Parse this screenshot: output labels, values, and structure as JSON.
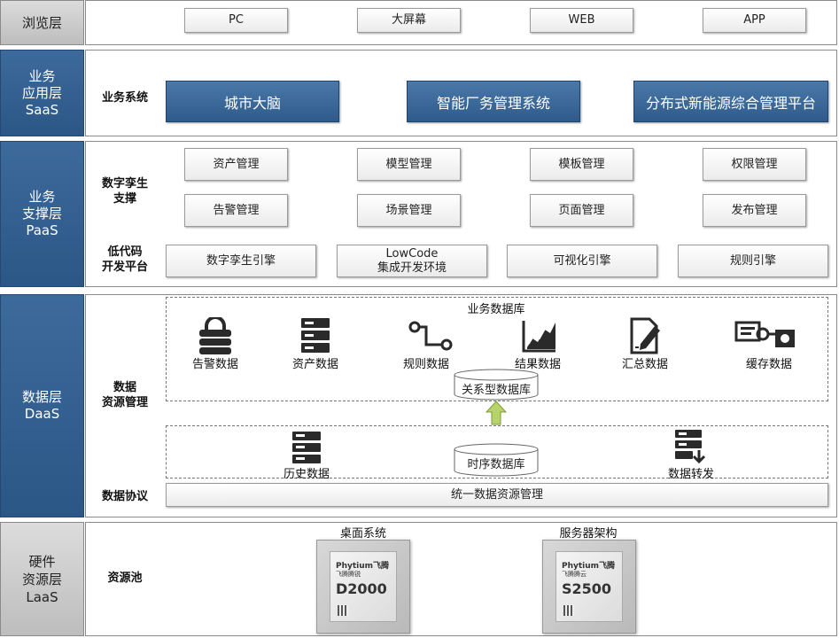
{
  "layers": {
    "browse": {
      "label": "浏览层",
      "items": [
        "PC",
        "大屏幕",
        "WEB",
        "APP"
      ]
    },
    "saas": {
      "label_line1": "业务",
      "label_line2": "应用层",
      "label_line3": "SaaS",
      "sub": "业务系统",
      "items": [
        "城市大脑",
        "智能厂务管理系统",
        "分布式新能源综合管理平台"
      ]
    },
    "paas": {
      "label_line1": "业务",
      "label_line2": "支撑层",
      "label_line3": "PaaS",
      "twin_label_1": "数字孪生",
      "twin_label_2": "支撑",
      "twin_items": [
        "资产管理",
        "模型管理",
        "模板管理",
        "权限管理",
        "告警管理",
        "场景管理",
        "页面管理",
        "发布管理"
      ],
      "lowcode_label_1": "低代码",
      "lowcode_label_2": "开发平台",
      "lowcode_items": [
        "数字孪生引擎",
        "LowCode",
        "集成开发环境",
        "可视化引擎",
        "规则引擎"
      ]
    },
    "daas": {
      "label_line1": "数据层",
      "label_line2": "DaaS",
      "res_label_1": "数据",
      "res_label_2": "资源管理",
      "biz_db_title": "业务数据库",
      "biz_items": [
        "告警数据",
        "资产数据",
        "规则数据",
        "结果数据",
        "汇总数据",
        "缓存数据"
      ],
      "relational_db": "关系型数据库",
      "history": "历史数据",
      "timeseries_db": "时序数据库",
      "forward": "数据转发",
      "protocol_label": "数据协议",
      "protocol_item": "统一数据资源管理"
    },
    "laas": {
      "label_line1": "硬件",
      "label_line2": "资源层",
      "label_line3": "LaaS",
      "pool": "资源池",
      "chips": [
        {
          "caption": "桌面系统",
          "brand": "Phytium飞腾",
          "brand_sub": "飞腾腾锐",
          "model": "D2000"
        },
        {
          "caption": "服务器架构",
          "brand": "Phytium飞腾",
          "brand_sub": "飞腾腾云",
          "model": "S2500"
        }
      ]
    }
  },
  "icons": [
    "lock-stack-icon",
    "server-icon",
    "rule-flow-icon",
    "growth-chart-icon",
    "document-edit-icon",
    "cache-key-icon",
    "arrow-up-icon",
    "server-download-icon"
  ],
  "colors": {
    "blue": "#2e5b8a",
    "gray": "#c8c8c8",
    "arrow": "#a5c84c"
  }
}
